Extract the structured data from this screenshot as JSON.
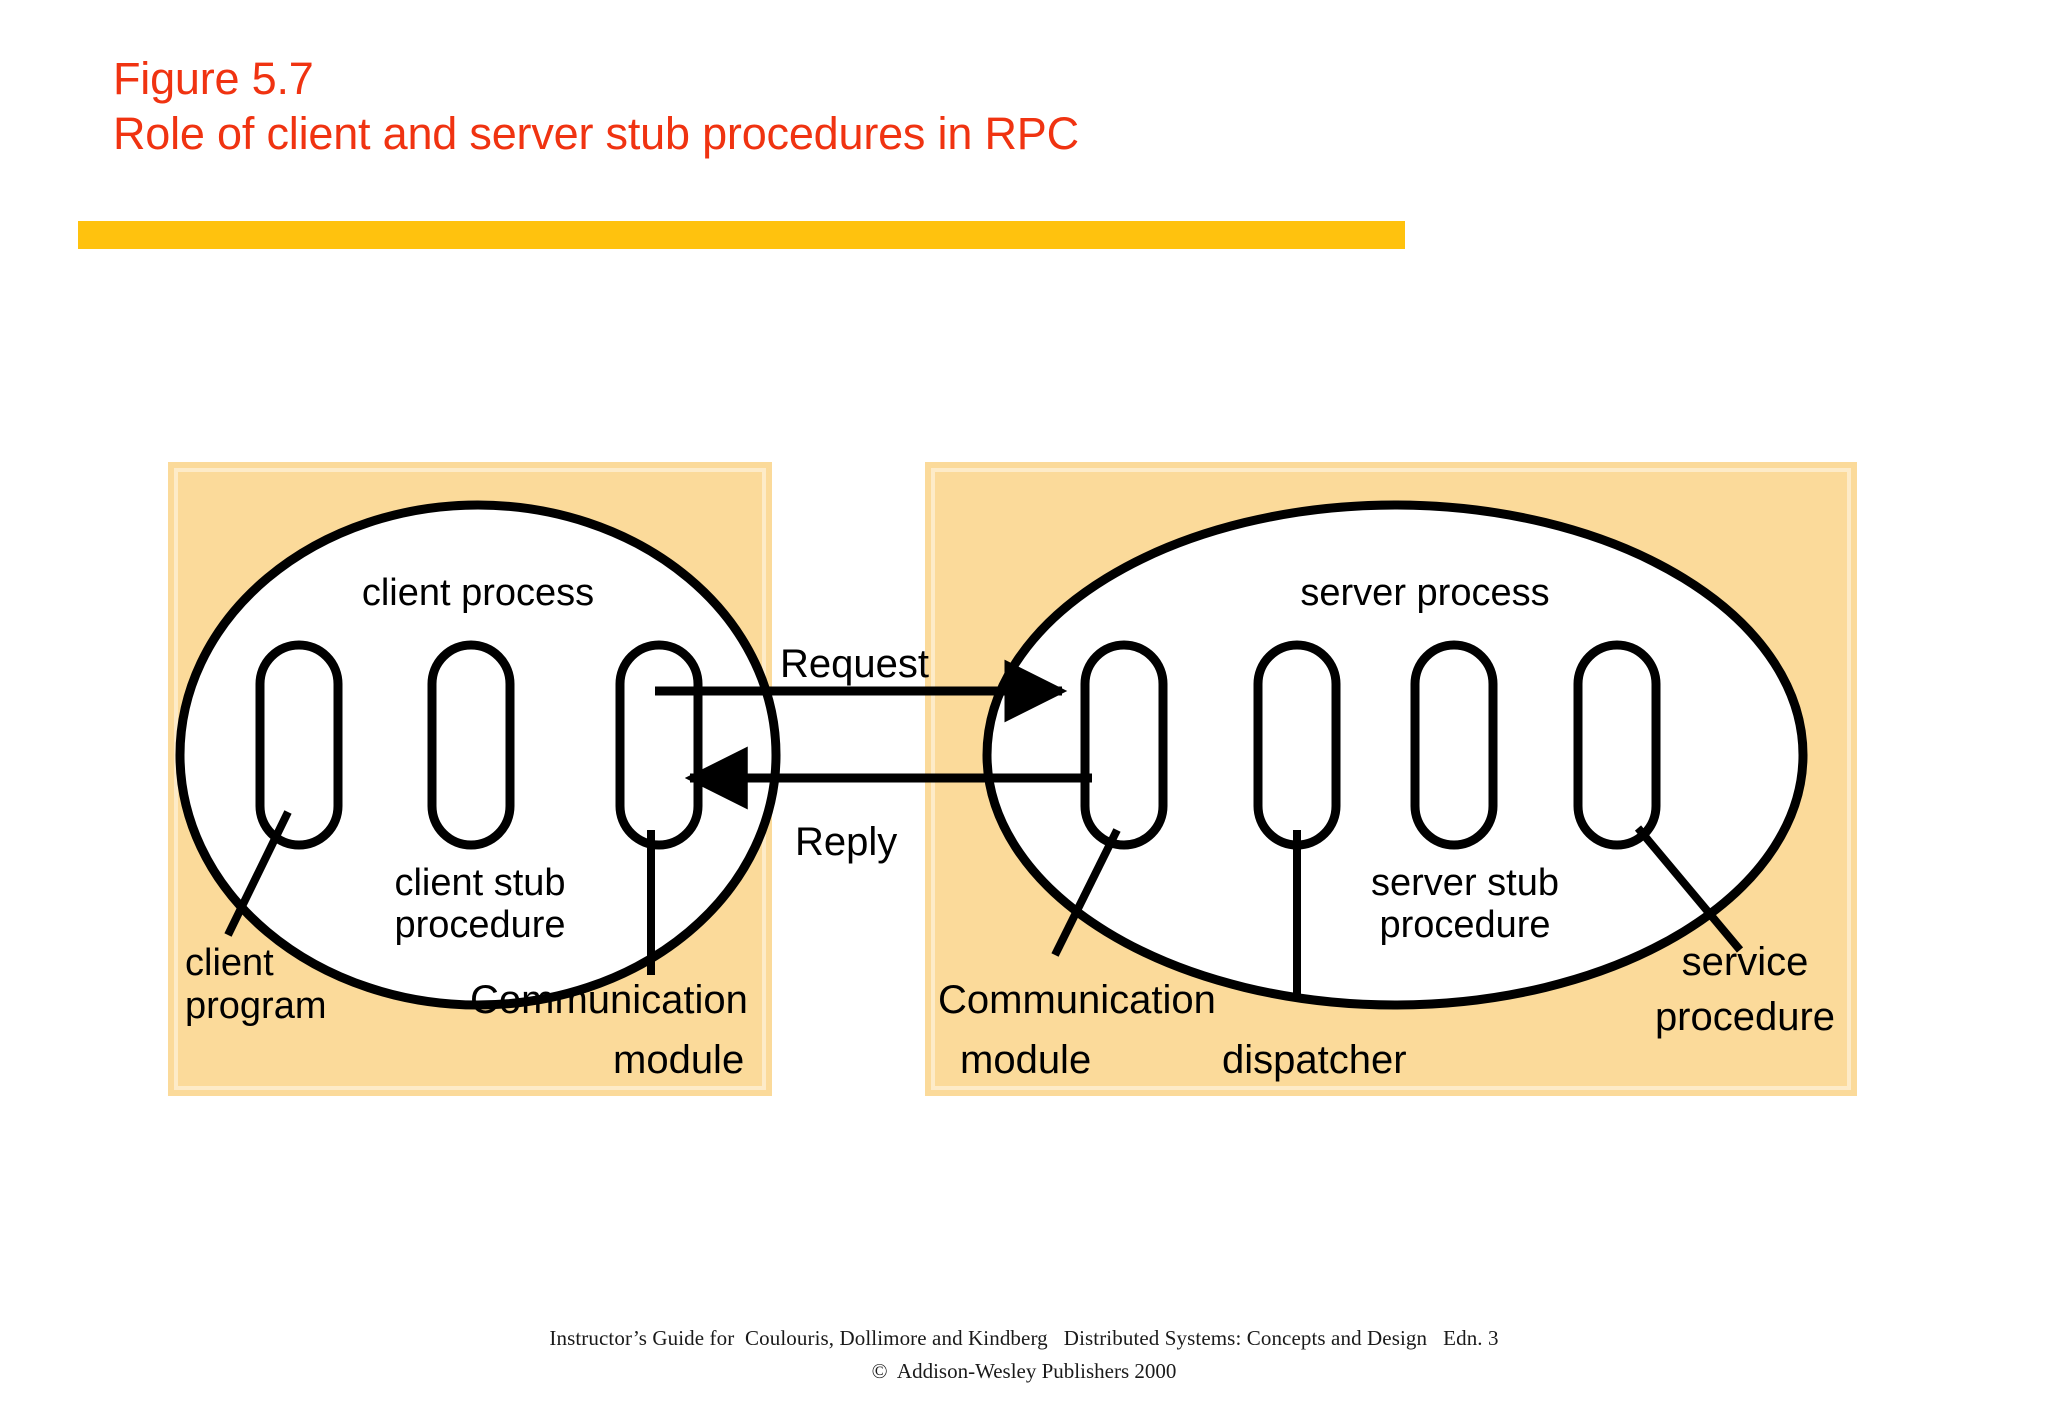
{
  "slide": {
    "title_line1": "Figure 5.7",
    "title_line2": "Role of client and server stub procedures in RPC",
    "title_color": "#F03311",
    "rule_color": "#FFC20E",
    "background_color": "#FFFFFF"
  },
  "diagram": {
    "panel_fill": "#FBDA9A",
    "ellipse_fill": "#FFFFFF",
    "stroke_color": "#000000",
    "client_panel": {
      "process_label": "client process",
      "modules": [
        "client program",
        "client stub procedure",
        "Communication module"
      ],
      "labels": {
        "client_program": "client\nprogram",
        "client_program_l1": "client",
        "client_program_l2": "program",
        "client_stub_l1": "client stub",
        "client_stub_l2": "procedure",
        "comm_l1": "Communication",
        "comm_l2": "module"
      }
    },
    "server_panel": {
      "process_label": "server process",
      "modules": [
        "Communication module",
        "dispatcher",
        "server stub procedure",
        "service procedure"
      ],
      "labels": {
        "comm_l1": "Communication",
        "comm_l2": "module",
        "dispatcher": "dispatcher",
        "server_stub_l1": "server stub",
        "server_stub_l2": "procedure",
        "service_l1": "service",
        "service_l2": "procedure"
      }
    },
    "arrows": [
      {
        "label": "Request",
        "direction": "right"
      },
      {
        "label": "Reply",
        "direction": "left"
      }
    ]
  },
  "footer": {
    "line1": "Instructor’s Guide for  Coulouris, Dollimore and Kindberg   Distributed Systems: Concepts and Design   Edn. 3",
    "line2": "©  Addison-Wesley Publishers 2000"
  }
}
